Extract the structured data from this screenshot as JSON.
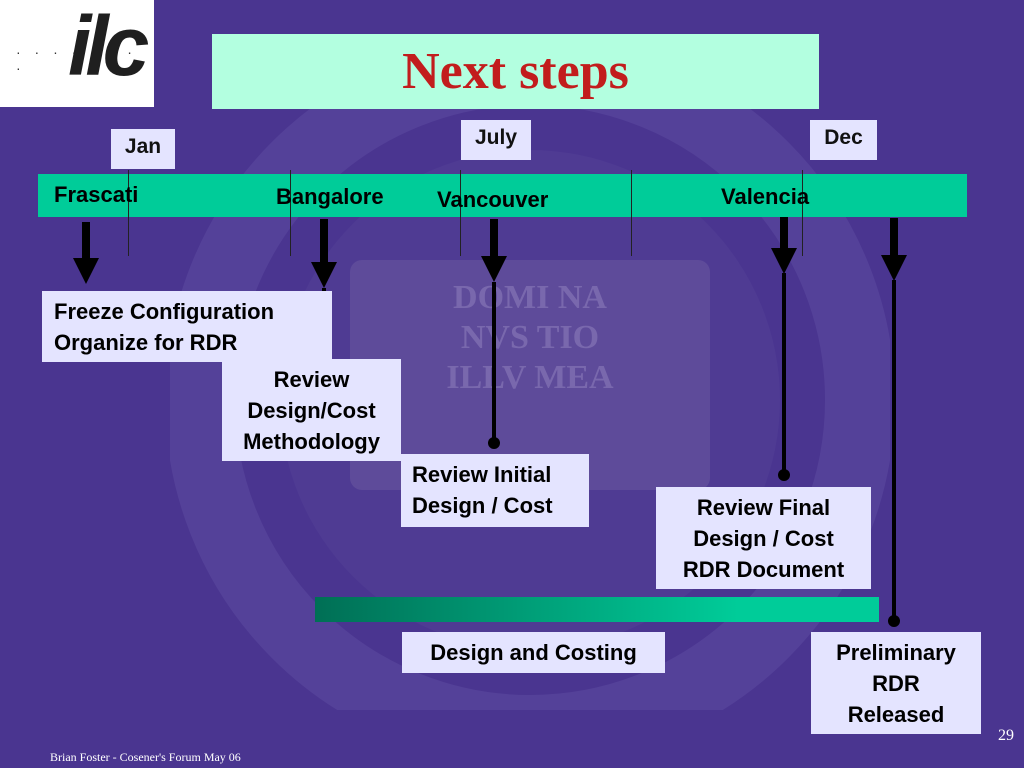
{
  "logo": {
    "text": "ilc",
    "dots": "· · · · · · · ·"
  },
  "title": "Next steps",
  "months": {
    "jan": "Jan",
    "july": "July",
    "dec": "Dec"
  },
  "cities": {
    "frascati": "Frascati",
    "bangalore": "Bangalore",
    "vancouver": "Vancouver",
    "valencia": "Valencia"
  },
  "boxes": {
    "freeze": [
      "Freeze Configuration",
      "Organize for RDR"
    ],
    "review_method": [
      "Review",
      "Design/Cost",
      "Methodology"
    ],
    "review_initial": [
      "Review Initial",
      "Design / Cost"
    ],
    "review_final": [
      "Review Final",
      "Design / Cost",
      "RDR Document"
    ],
    "design_costing": "Design and Costing",
    "preliminary": [
      "Preliminary",
      "RDR",
      "Released"
    ]
  },
  "crest": {
    "line1": "DOMI NA",
    "line2": "NVS TIO",
    "line3": "ILLV MEA"
  },
  "footer": "Brian Foster - Cosener's Forum May 06",
  "page_number": "29",
  "colors": {
    "background": "#4a3590",
    "title_box": "#b3ffe0",
    "title_text": "#c21d1d",
    "timeline_bar": "#00cc99",
    "label_box": "#e4e4ff"
  }
}
